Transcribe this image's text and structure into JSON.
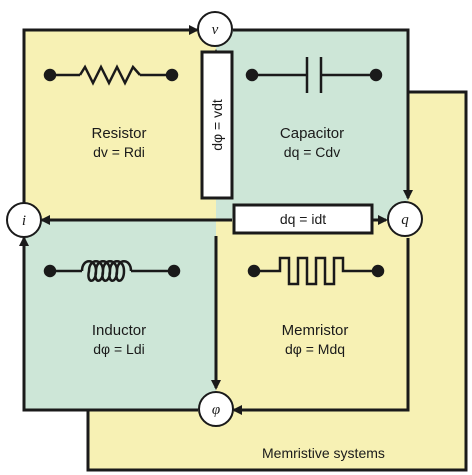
{
  "colors": {
    "yellow": "#f7f1b4",
    "green": "#cde6d7",
    "line": "#1a1a1a"
  },
  "nodes": {
    "v": "v",
    "i": "i",
    "q": "q",
    "phi": "φ"
  },
  "quadrants": {
    "resistor": {
      "title": "Resistor",
      "equation": "dv = Rdi"
    },
    "capacitor": {
      "title": "Capacitor",
      "equation": "dq = Cdv"
    },
    "inductor": {
      "title": "Inductor",
      "equation": "dφ = Ldi"
    },
    "memristor": {
      "title": "Memristor",
      "equation": "dφ = Mdq"
    }
  },
  "relations": {
    "phi_v": "dφ = vdt",
    "q_i": "dq = idt"
  },
  "background_label": "Memristive systems",
  "symbols": [
    "resistor-symbol",
    "capacitor-symbol",
    "inductor-symbol",
    "memristor-symbol"
  ]
}
